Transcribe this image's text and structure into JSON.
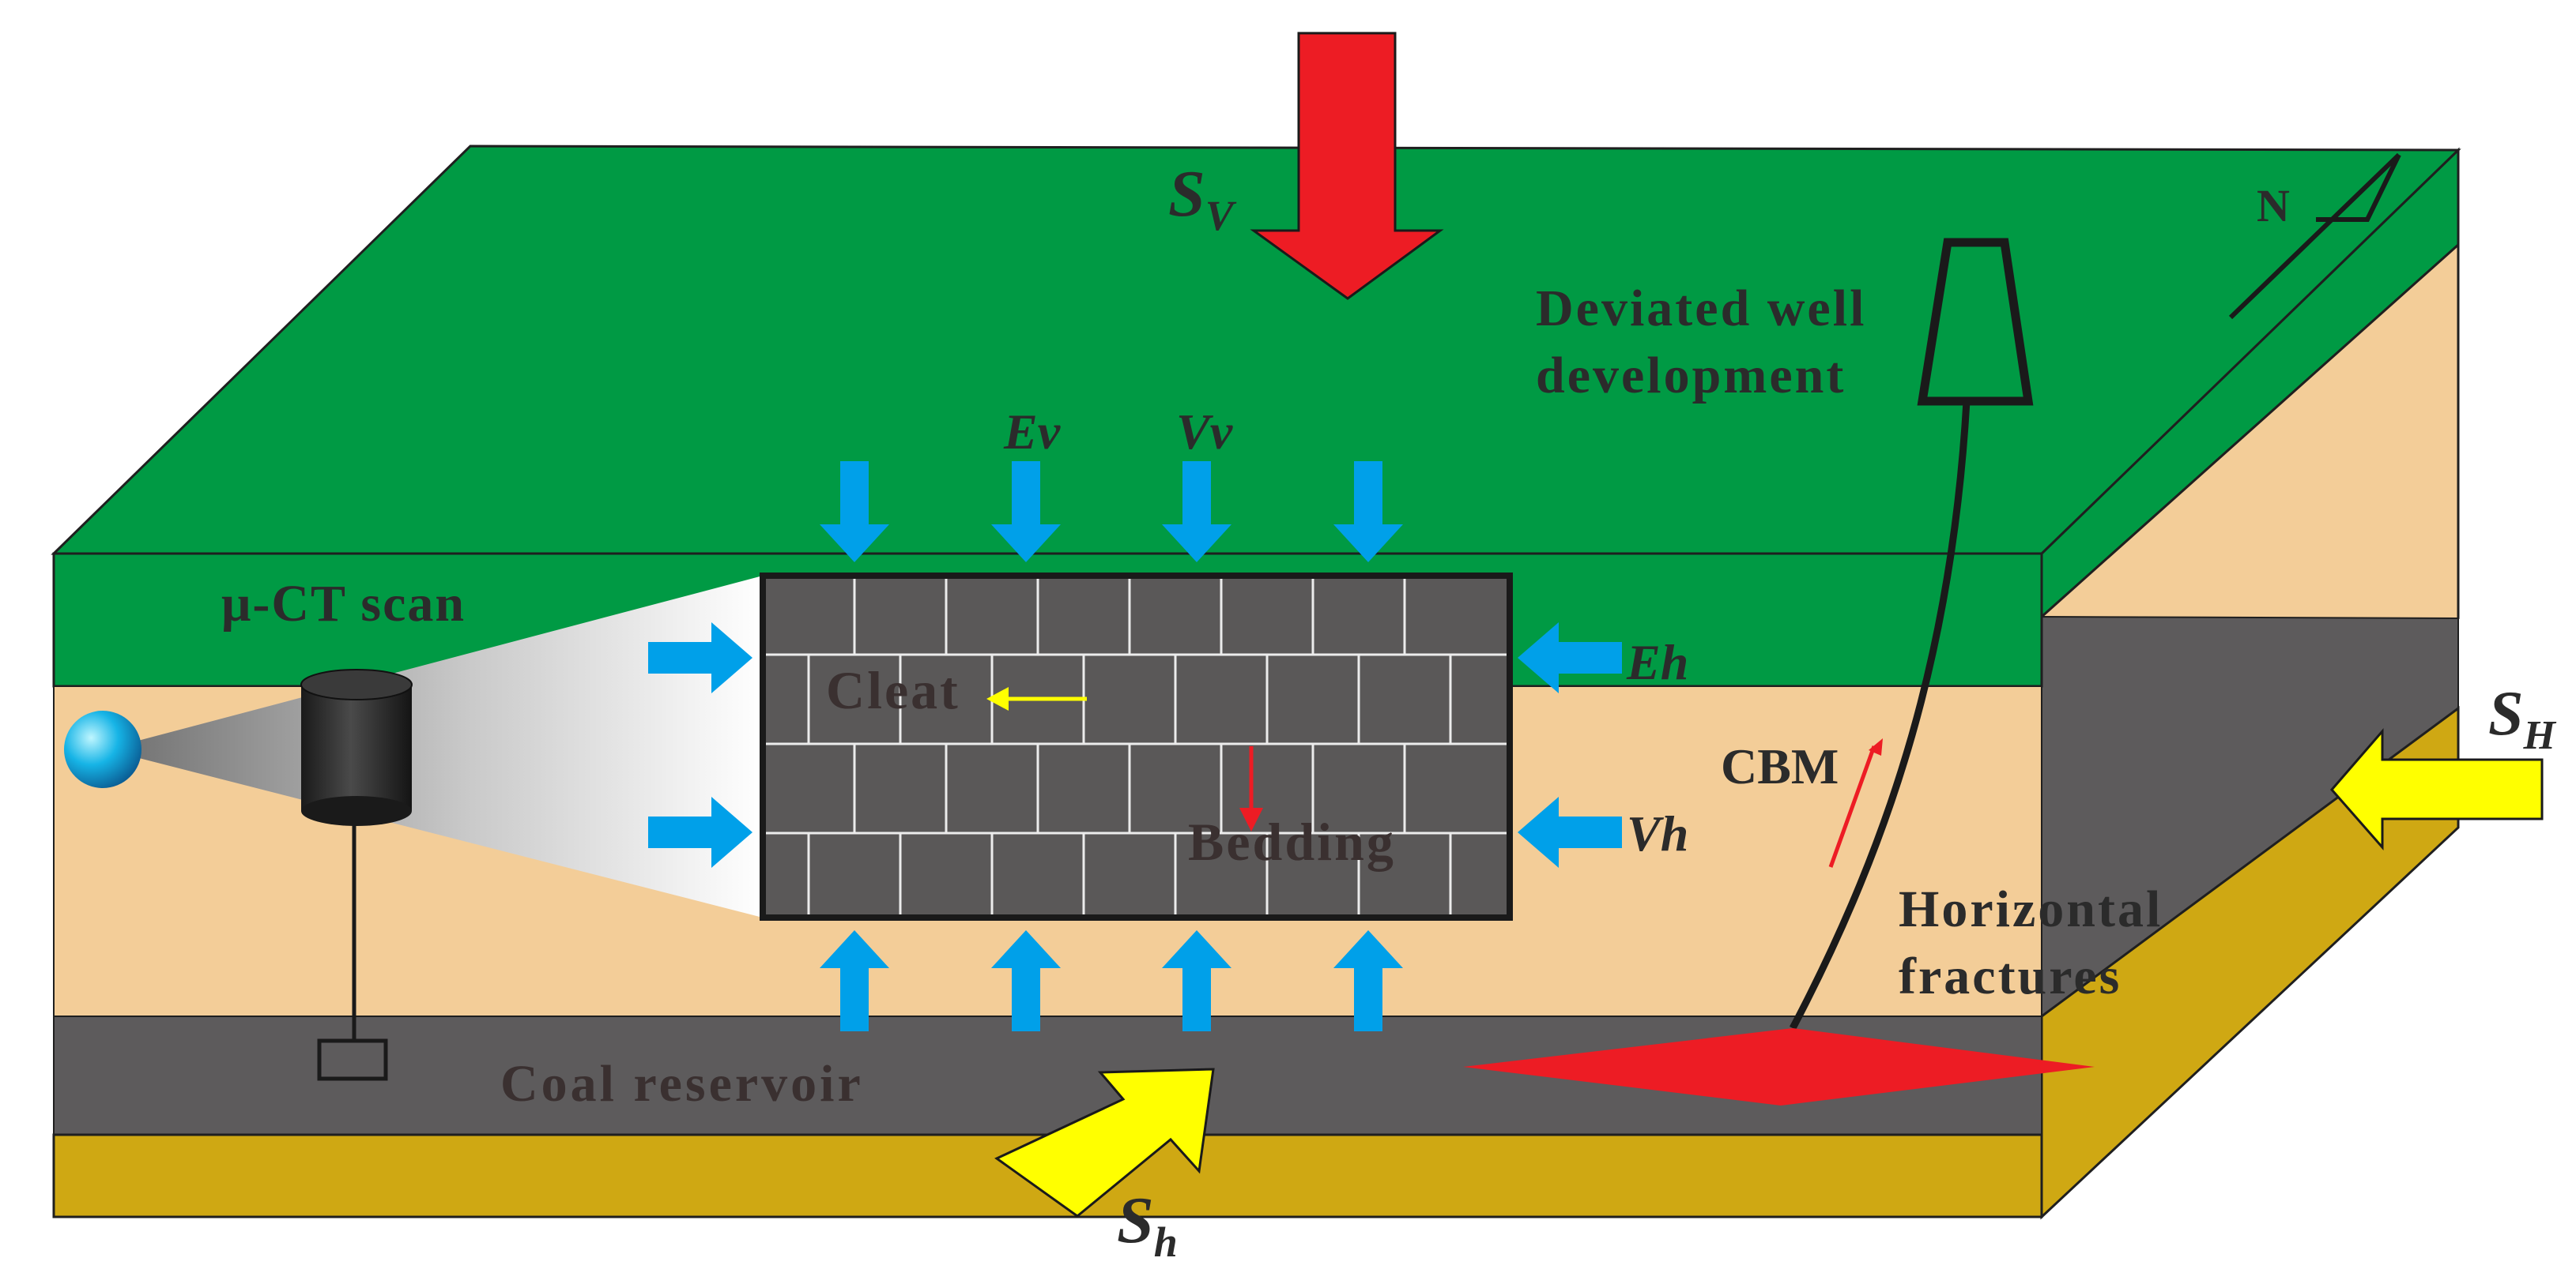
{
  "labels": {
    "sv_main": "S",
    "sv_sub": "V",
    "sh_upper_main": "S",
    "sh_upper_sub": "H",
    "sh_lower_main": "S",
    "sh_lower_sub": "h",
    "north": "N",
    "deviated_line1": "Deviated well",
    "deviated_line2": "development",
    "ev": "Ev",
    "vv": "Vv",
    "eh": "Eh",
    "vh": "Vh",
    "mu_ct": "μ-CT scan",
    "cleat": "Cleat",
    "bedding": "Bedding",
    "cbm": "CBM",
    "horizontal_line1": "Horizontal",
    "horizontal_line2": "fractures",
    "coal_reservoir": "Coal reservoir"
  },
  "colors": {
    "green_layer": "#009a44",
    "tan_layer": "#f3cd98",
    "coal_layer": "#5d5b5c",
    "mustard_layer": "#cfa813",
    "red_arrow": "#ed1c24",
    "yellow_arrow": "#ffff00",
    "blue_arrow": "#00a0e9",
    "brick_fill": "#5a5858"
  }
}
